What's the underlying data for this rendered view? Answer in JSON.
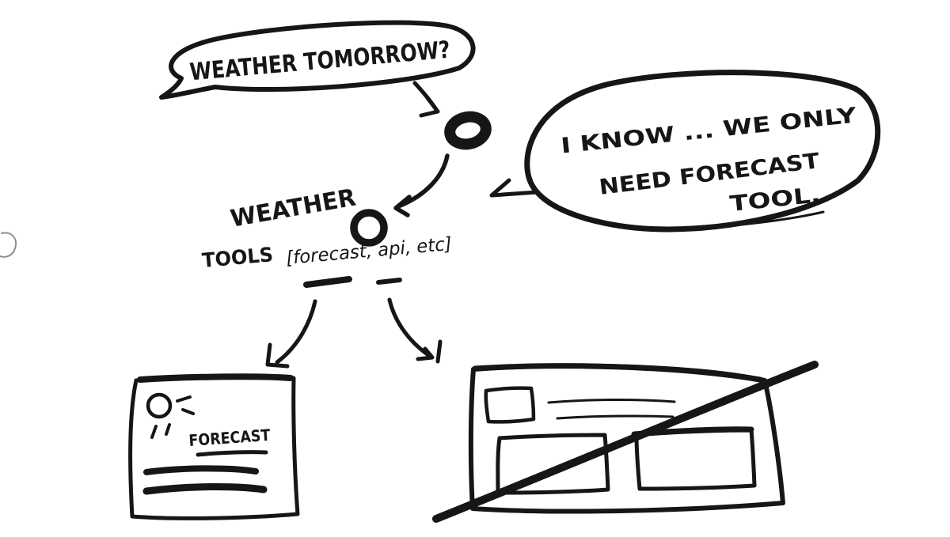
{
  "canvas": {
    "background": "#ffffff",
    "ink": "#161616",
    "faint_mark": "#8f8f8f"
  },
  "user_bubble": {
    "text": "WEATHER TOMORROW?"
  },
  "agent_bubble": {
    "line1": "I KNOW ... WE ONLY",
    "line2": "NEED FORECAST",
    "line3": "TOOL."
  },
  "flow": {
    "weather_label": "WEATHER",
    "tools_label": "TOOLS",
    "tools_list": "[forecast, api, etc]"
  },
  "forecast_card": {
    "icon": "sun-icon",
    "title": "FORECAST"
  },
  "wireframe": {
    "crossed_out": true
  }
}
